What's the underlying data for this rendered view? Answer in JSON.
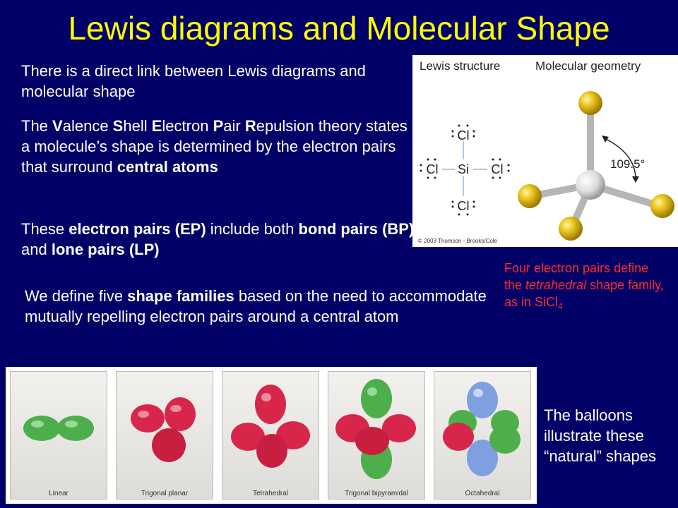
{
  "title": "Lewis diagrams and Molecular Shape",
  "paragraph1": "There is a direct link between Lewis diagrams and molecular shape",
  "vsepr": {
    "v": "V",
    "alence": "alence ",
    "s": "S",
    "hell": "hell ",
    "e": "E",
    "lectron": "lectron ",
    "p": "P",
    "air": "air ",
    "r": "R",
    "epulsion": "epulsion",
    "rest": " theory states a molecule’s shape is determined by the electron pairs that surround ",
    "bold_end": "central atoms"
  },
  "pairs": {
    "intro": "These ",
    "ep": "electron pairs (EP)",
    "mid1": " include both ",
    "bp": "bond pairs (BP)",
    "mid2": " and ",
    "lp": "lone pairs (LP)"
  },
  "families": {
    "intro": "We define five ",
    "bold": "shape families",
    "rest": " based on the need to accommodate mutually repelling electron pairs around a central atom"
  },
  "red_note": {
    "part1": "Four electron pairs define the ",
    "italic": "tetrahedral",
    "part2": " shape family, as in SiCl",
    "subscript": "4"
  },
  "balloons_note": "The balloons illustrate these “natural” shapes",
  "figure": {
    "heading_left": "Lewis structure",
    "heading_right": "Molecular geometry",
    "central_atom": "Si",
    "ligand": "Cl",
    "angle": "109.5°",
    "copyright": "© 2003 Thomson - Brooks/Cole"
  },
  "balloon_panels": [
    "Linear",
    "Trigonal planar",
    "Tetrahedral",
    "Trigonal bipyramidal",
    "Octahedral"
  ],
  "colors": {
    "background": "#000066",
    "title": "#ffff00",
    "text": "#ffffff",
    "note": "#ff2a2a",
    "balloon_green": "#4caf4c",
    "balloon_red": "#d8264a",
    "balloon_blue": "#7f9fe0",
    "ligand_yellow": "#e8c21a"
  }
}
